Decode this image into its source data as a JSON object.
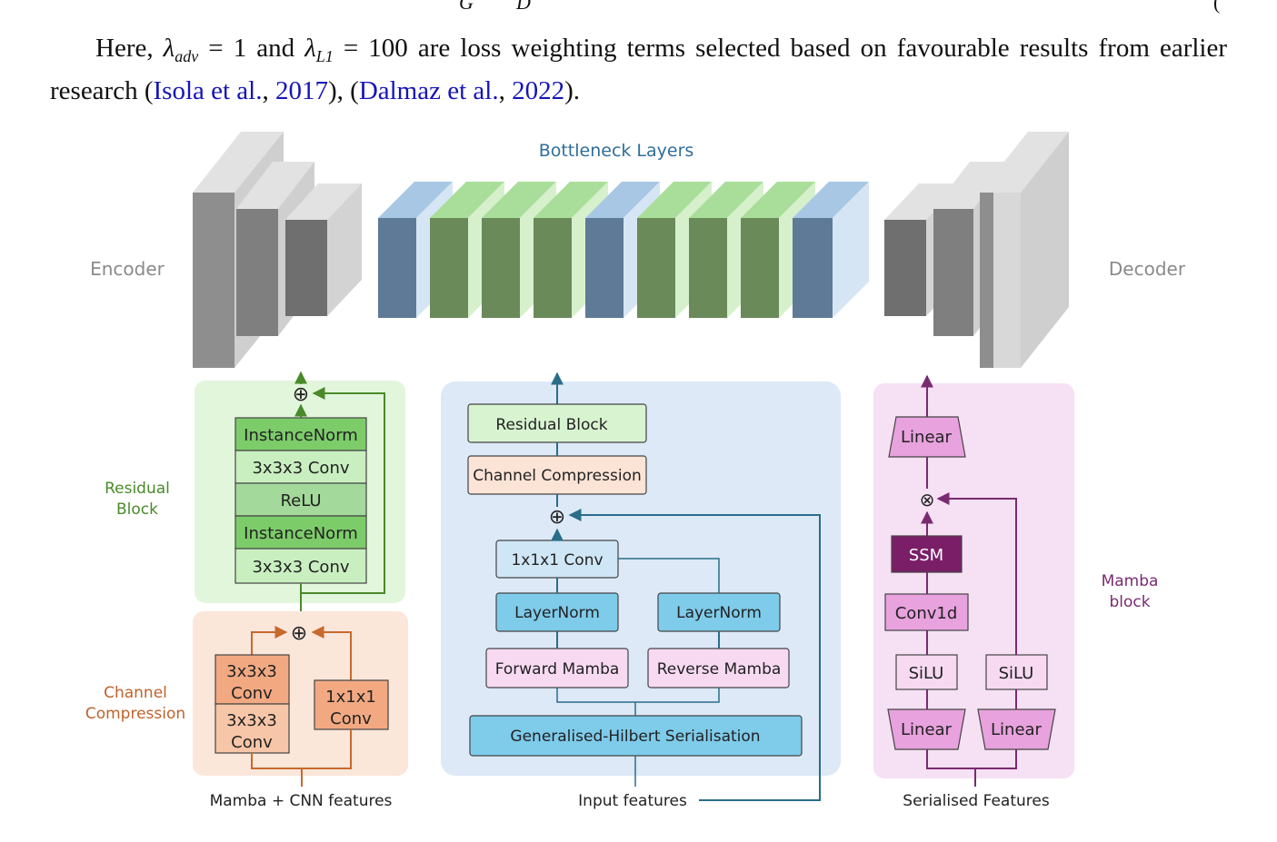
{
  "paragraph": {
    "lead": "Here,",
    "lambda_adv": "λ",
    "sub_adv": "adv",
    "eq1": " = 1 and ",
    "lambda_l1": "λ",
    "sub_l1": "L1",
    "eq2": " = 100 are loss weighting terms selected based on favourable results from earlier research (",
    "cite1_authors": "Isola et al.",
    "cite1_sep": ", ",
    "cite1_year": "2017",
    "mid": "), (",
    "cite2_authors": "Dalmaz et al.",
    "cite2_sep": ", ",
    "cite2_year": "2022",
    "end": ")."
  },
  "equation_fragment": {
    "left": "G",
    "right": "D",
    "number": "("
  },
  "figure": {
    "top_labels": {
      "bottleneck": "Bottleneck Layers",
      "encoder": "Encoder",
      "decoder": "Decoder"
    },
    "residual": {
      "side_label_1": "Residual",
      "side_label_2": "Block",
      "layers": [
        "InstanceNorm",
        "3x3x3 Conv",
        "ReLU",
        "InstanceNorm",
        "3x3x3 Conv"
      ],
      "plus": "⊕"
    },
    "compression": {
      "side_label_1": "Channel",
      "side_label_2": "Compression",
      "conv_a_1": "3x3x3",
      "conv_a_2": "Conv",
      "conv_b_1": "3x3x3",
      "conv_b_2": "Conv",
      "conv_c_1": "1x1x1",
      "conv_c_2": "Conv",
      "plus": "⊕",
      "caption": "Mamba + CNN features"
    },
    "bottleneck_block": {
      "residual_block": "Residual Block",
      "channel_compression": "Channel Compression",
      "plus": "⊕",
      "conv_1x1": "1x1x1 Conv",
      "layernorm_left": "LayerNorm",
      "layernorm_right": "LayerNorm",
      "forward_mamba": "Forward Mamba",
      "reverse_mamba": "Reverse Mamba",
      "serialisation": "Generalised-Hilbert Serialisation",
      "caption": "Input features"
    },
    "mamba": {
      "side_label_1": "Mamba",
      "side_label_2": "block",
      "linear_top": "Linear",
      "times": "⊗",
      "ssm": "SSM",
      "conv1d": "Conv1d",
      "silu_left": "SiLU",
      "silu_right": "SiLU",
      "linear_left": "Linear",
      "linear_right": "Linear",
      "caption": "Serialised Features"
    },
    "colors": {
      "green_text": "#4a8a2a",
      "green_panel": "#e2f6dc",
      "green_dark": "#7dcc6a",
      "green_light": "#c9efc0",
      "green_mid": "#a3d99a",
      "orange_text": "#c0622a",
      "orange_panel": "#fbe6da",
      "orange_box": "#f2a982",
      "orange_line": "#c8692d",
      "blue_panel": "#dde9f7",
      "blue_box": "#7ecbea",
      "blue_light": "#cfe6f6",
      "blue_line": "#2a6d8a",
      "pink_panel": "#f6e0f3",
      "pink_box": "#e8a2de",
      "pink_light": "#f7daf2",
      "purple_dark": "#7a1e68",
      "purple_line": "#7a2a70"
    }
  }
}
